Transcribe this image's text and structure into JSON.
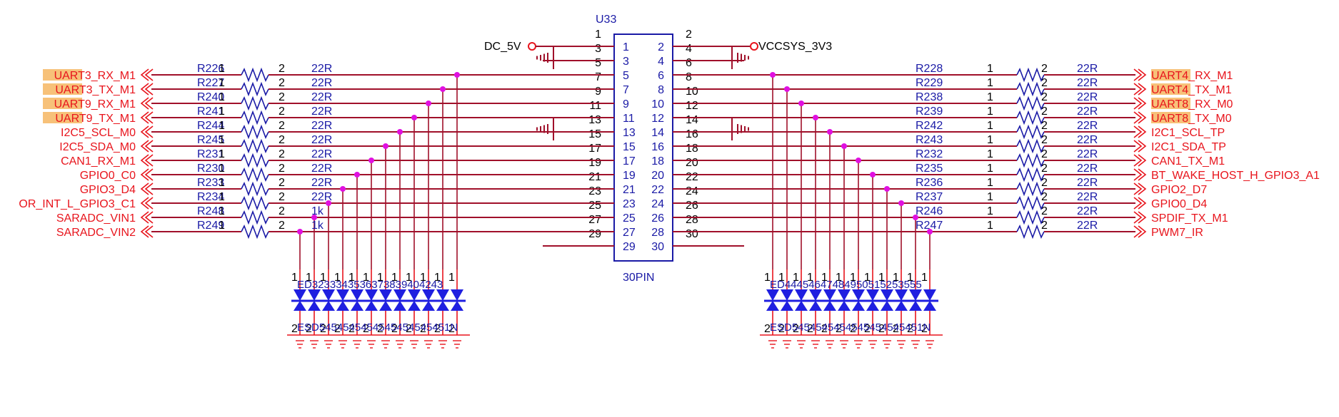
{
  "connector": {
    "ref": "U33",
    "footprint": "30PIN",
    "left_pins": [
      "1",
      "3",
      "5",
      "7",
      "9",
      "11",
      "13",
      "15",
      "17",
      "19",
      "21",
      "23",
      "25",
      "27",
      "29"
    ],
    "right_pins": [
      "2",
      "4",
      "6",
      "8",
      "10",
      "12",
      "14",
      "16",
      "18",
      "20",
      "22",
      "24",
      "26",
      "28",
      "30"
    ]
  },
  "power": {
    "left": "DC_5V",
    "right": "VCCSYS_3V3"
  },
  "left_nets": [
    {
      "name": "UART3_RX_M1",
      "res": "R226",
      "val": "22R",
      "pin": "7",
      "hl": 5
    },
    {
      "name": "UART3_TX_M1",
      "res": "R227",
      "val": "22R",
      "pin": "9",
      "hl": 5
    },
    {
      "name": "UART9_RX_M1",
      "res": "R240",
      "val": "22R",
      "pin": "11",
      "hl": 5
    },
    {
      "name": "UART9_TX_M1",
      "res": "R241",
      "val": "22R",
      "pin": "13",
      "hl": 5
    },
    {
      "name": "I2C5_SCL_M0",
      "res": "R244",
      "val": "22R",
      "pin": "15",
      "hl": 0
    },
    {
      "name": "I2C5_SDA_M0",
      "res": "R245",
      "val": "22R",
      "pin": "17",
      "hl": 0
    },
    {
      "name": "CAN1_RX_M1",
      "res": "R231",
      "val": "22R",
      "pin": "19",
      "hl": 0
    },
    {
      "name": "GPIO0_C0",
      "res": "R230",
      "val": "22R",
      "pin": "21",
      "hl": 0
    },
    {
      "name": "GPIO3_D4",
      "res": "R233",
      "val": "22R",
      "pin": "23",
      "hl": 0
    },
    {
      "name": "OR_INT_L_GPIO3_C1",
      "res": "R234",
      "val": "22R",
      "pin": "25",
      "hl": 0
    },
    {
      "name": "SARADC_VIN1",
      "res": "R248",
      "val": "1k",
      "pin": "27",
      "hl": 0
    },
    {
      "name": "SARADC_VIN2",
      "res": "R249",
      "val": "1k",
      "pin": "29",
      "hl": 0
    }
  ],
  "right_nets": [
    {
      "name": "UART4_RX_M1",
      "res": "R228",
      "val": "22R",
      "pin": "6",
      "hl": 5
    },
    {
      "name": "UART4_TX_M1",
      "res": "R229",
      "val": "22R",
      "pin": "8",
      "hl": 5
    },
    {
      "name": "UART8_RX_M0",
      "res": "R238",
      "val": "22R",
      "pin": "10",
      "hl": 5
    },
    {
      "name": "UART8_TX_M0",
      "res": "R239",
      "val": "22R",
      "pin": "12",
      "hl": 5
    },
    {
      "name": "I2C1_SCL_TP",
      "res": "R242",
      "val": "22R",
      "pin": "16",
      "hl": 0
    },
    {
      "name": "I2C1_SDA_TP",
      "res": "R243",
      "val": "22R",
      "pin": "18",
      "hl": 0
    },
    {
      "name": "CAN1_TX_M1",
      "res": "R232",
      "val": "22R",
      "pin": "20",
      "hl": 0
    },
    {
      "name": "BT_WAKE_HOST_H_GPIO3_A1",
      "res": "R235",
      "val": "22R",
      "pin": "22",
      "hl": 0
    },
    {
      "name": "GPIO2_D7",
      "res": "R236",
      "val": "22R",
      "pin": "24",
      "hl": 0
    },
    {
      "name": "GPIO0_D4",
      "res": "R237",
      "val": "22R",
      "pin": "26",
      "hl": 0
    },
    {
      "name": "SPDIF_TX_M1",
      "res": "R246",
      "val": "22R",
      "pin": "28",
      "hl": 0
    },
    {
      "name": "PWM7_IR",
      "res": "R247",
      "val": "22R",
      "pin": "30",
      "hl": 0
    }
  ],
  "esd_left": {
    "top_labels": "ED3233343536373839404243",
    "bottom_labels": "ESD5454545454545454545451N"
  },
  "esd_right": {
    "top_labels": "ED44454647484950515253555",
    "bottom_labels": "ESD5454545454545454545451N"
  },
  "resistor_pins": {
    "a": "1",
    "b": "2"
  },
  "diode_pins": {
    "top": "1",
    "bottom": "2"
  },
  "colors": {
    "net": "#e8141c",
    "wire": "#a0102a",
    "component": "#1a1aa6",
    "junction": "#e010e0",
    "esd_fill": "#1f1fe0",
    "highlight": "#f4a640"
  }
}
